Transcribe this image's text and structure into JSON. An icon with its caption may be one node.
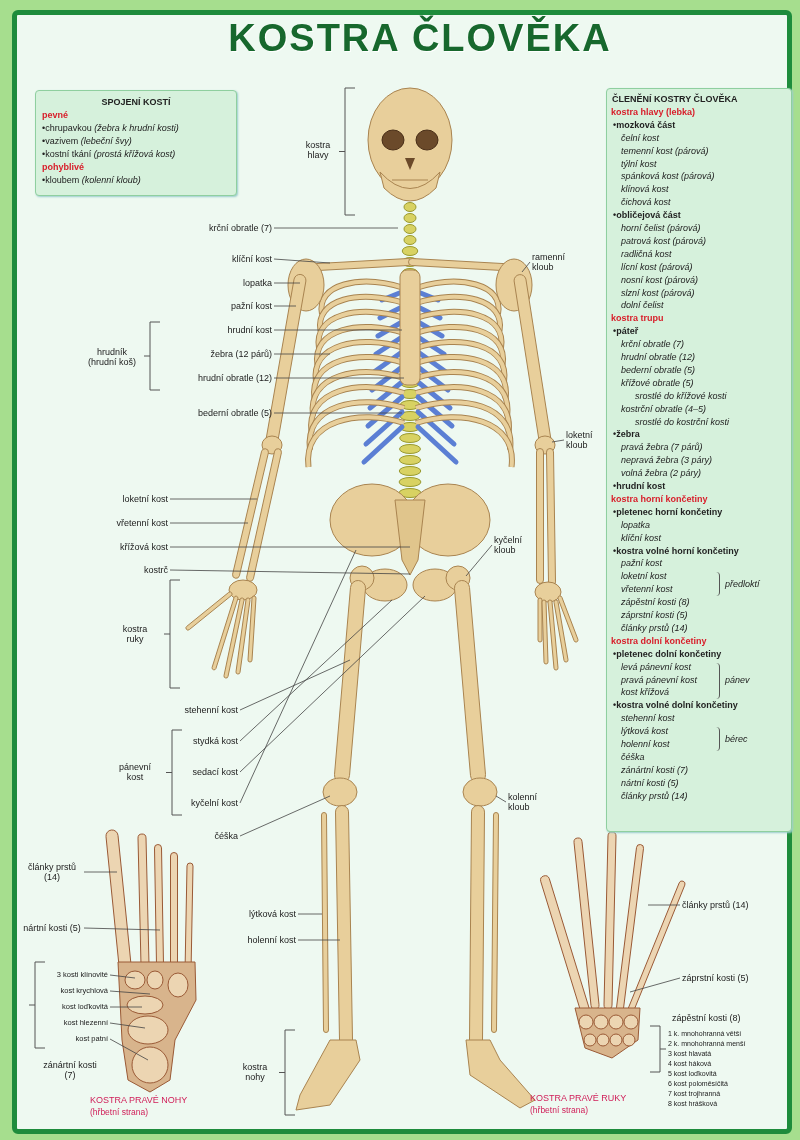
{
  "diagram": {
    "title": "KOSTRA ČLOVĚKA",
    "nodes": [
      {
        "text": [
          "SPOJENÍ KOSTÍ",
          "pevné",
          "•chrupavkou *(žebra k hrudní kosti)*",
          "•vazivem *(lebeční švy)*",
          "•kostní tkání *(prostá křížová kost)*",
          "pohyblivé",
          "•kloubem *(kolenní kloub)*"
        ]
      },
      {
        "text": [
          "ČLENĚNÍ KOSTRY ČLOVĚKA",
          "kostra hlavy (lebka)",
          "•mozková část",
          "čelní kost",
          "temenní kost (párová)",
          "týlní kost",
          "spánková kost (párová)",
          "klínová kost",
          "čichová kost",
          "•obličejová část",
          "horní čelist (párová)",
          "patrová kost (párová)",
          "radličná kost",
          "lícní kost (párová)",
          "nosní kost (párová)",
          "slzní kost (párová)",
          "dolní čelist",
          "kostra trupu",
          "•páteř",
          "krční obratle (7)",
          "hrudní obratle (12)",
          "bederní obratle (5)",
          "křížové obratle (5)",
          "srostlé do křížové kosti",
          "kostrční obratle (4–5)",
          "srostlé do kostrční kosti",
          "•žebra",
          "pravá žebra (7 párů)",
          "nepravá žebra (3 páry)",
          "volná žebra (2 páry)",
          "•hrudní kost",
          "kostra horní končetiny",
          "•pletenec horní končetiny",
          "lopatka",
          "klíční kost",
          "•kostra volné horní končetiny",
          "pažní kost",
          "loketní kost",
          "vřetenní kost",
          "předloktí",
          "zápěstní kosti (8)",
          "záprstní kosti (5)",
          "články prstů (14)",
          "kostra dolní končetiny",
          "•pletenec dolní končetiny",
          "levá pánevní kost",
          "pravá pánevní kost",
          "kost křížová",
          "pánev",
          "•kostra volné dolní končetiny",
          "stehenní kost",
          "lýtková kost",
          "holenní kost",
          "bérec",
          "čéška",
          "zánártní kosti (7)",
          "nártní kosti (5)",
          "články prstů (14)"
        ]
      },
      {
        "text": [
          "krční obratle (7)"
        ]
      },
      {
        "text": [
          "klíční kost"
        ]
      },
      {
        "text": [
          "lopatka"
        ]
      },
      {
        "text": [
          "pažní kost"
        ]
      },
      {
        "text": [
          "hrudní kost"
        ]
      },
      {
        "text": [
          "žebra (12 párů)"
        ]
      },
      {
        "text": [
          "hrudní obratle (12)"
        ]
      },
      {
        "text": [
          "bederní obratle (5)"
        ]
      },
      {
        "text": [
          "ramenní kloub"
        ]
      },
      {
        "text": [
          "loketní kloub"
        ]
      },
      {
        "text": [
          "loketní kost"
        ]
      },
      {
        "text": [
          "vřetenní kost"
        ]
      },
      {
        "text": [
          "křížová kost"
        ]
      },
      {
        "text": [
          "kostrč"
        ]
      },
      {
        "text": [
          "kyčelní kloub"
        ]
      },
      {
        "text": [
          "stehenní kost"
        ]
      },
      {
        "text": [
          "stydká kost"
        ]
      },
      {
        "text": [
          "sedací kost"
        ]
      },
      {
        "text": [
          "kyčelní kost"
        ]
      },
      {
        "text": [
          "kolenní kloub"
        ]
      },
      {
        "text": [
          "čéška"
        ]
      },
      {
        "text": [
          "články prstů (14)"
        ]
      },
      {
        "text": [
          "nártní kosti (5)"
        ]
      },
      {
        "text": [
          "lýtková kost"
        ]
      },
      {
        "text": [
          "holenní kost"
        ]
      },
      {
        "text": [
          "3 kosti klínovité"
        ]
      },
      {
        "text": [
          "kost krychlová"
        ]
      },
      {
        "text": [
          "kost loďkovitá"
        ]
      },
      {
        "text": [
          "kost hlezenní"
        ]
      },
      {
        "text": [
          "kost patní"
        ]
      },
      {
        "text": [
          "články prstů (14)"
        ]
      },
      {
        "text": [
          "záprstní kosti (5)"
        ]
      }
    ],
    "edges": [
      {
        "from": 2,
        "to": null,
        "arrow": "none"
      },
      {
        "from": 3,
        "to": null,
        "arrow": "none"
      },
      {
        "from": 4,
        "to": null,
        "arrow": "none"
      },
      {
        "from": 5,
        "to": null,
        "arrow": "none"
      },
      {
        "from": 6,
        "to": null,
        "arrow": "none"
      },
      {
        "from": 7,
        "to": null,
        "arrow": "none"
      },
      {
        "from": 8,
        "to": null,
        "arrow": "none"
      },
      {
        "from": 9,
        "to": null,
        "arrow": "none"
      },
      {
        "from": 10,
        "to": null,
        "arrow": "none"
      },
      {
        "from": 11,
        "to": null,
        "arrow": "none"
      },
      {
        "from": 12,
        "to": null,
        "arrow": "none"
      },
      {
        "from": 13,
        "to": null,
        "arrow": "none"
      },
      {
        "from": 14,
        "to": null,
        "arrow": "none"
      },
      {
        "from": 15,
        "to": null,
        "arrow": "none"
      },
      {
        "from": 16,
        "to": null,
        "arrow": "none"
      },
      {
        "from": 17,
        "to": null,
        "arrow": "none"
      },
      {
        "from": 18,
        "to": null,
        "arrow": "none"
      },
      {
        "from": 19,
        "to": null,
        "arrow": "none"
      },
      {
        "from": 20,
        "to": null,
        "arrow": "none"
      },
      {
        "from": 21,
        "to": null,
        "arrow": "none"
      },
      {
        "from": 22,
        "to": null,
        "arrow": "none"
      },
      {
        "from": 23,
        "to": null,
        "arrow": "none"
      },
      {
        "from": 24,
        "to": null,
        "arrow": "none"
      },
      {
        "from": 25,
        "to": null,
        "arrow": "none"
      },
      {
        "from": 26,
        "to": null,
        "arrow": "none"
      },
      {
        "from": 27,
        "to": null,
        "arrow": "none"
      },
      {
        "from": 28,
        "to": null,
        "arrow": "none"
      },
      {
        "from": 29,
        "to": null,
        "arrow": "none"
      },
      {
        "from": 30,
        "to": null,
        "arrow": "none"
      },
      {
        "from": 31,
        "to": null,
        "arrow": "none"
      },
      {
        "from": 32,
        "to": null,
        "arrow": "none"
      },
      {
        "from": 33,
        "to": null,
        "arrow": "none"
      }
    ],
    "labels": [
      "kostra hlavy",
      "hrudník (hrudní koš)",
      "kostra ruky",
      "pánevní kost",
      "kostra nohy",
      "zánártní kosti (7)",
      "KOSTRA PRAVÉ NOHY",
      "(hřbetní strana)",
      "zápěstní kosti (8)",
      "1 k. mnohohranná větší",
      "2 k. mnohohranná menší",
      "3 kost hlavatá",
      "4 kost háková",
      "5 kost loďkovitá",
      "6 kost poloměsíčitá",
      "7 kost trojhranná",
      "8 kost hrášková",
      "KOSTRA PRAVÉ RUKY",
      "(hřbetní strana)"
    ]
  }
}
